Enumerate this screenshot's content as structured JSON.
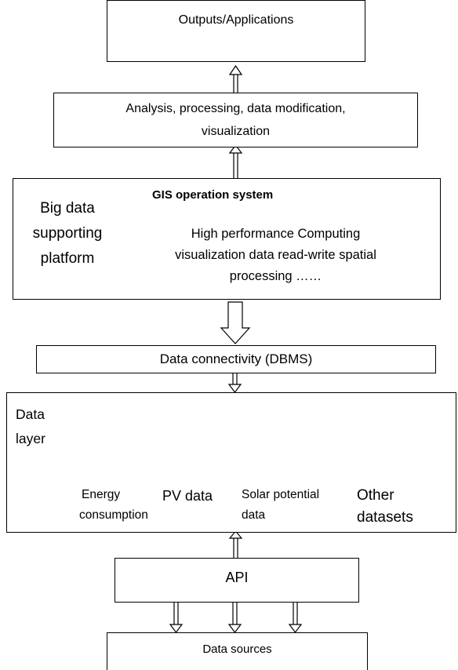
{
  "outputs": {
    "label": "Outputs/Applications"
  },
  "analysis": {
    "line1": "Analysis, processing, data modification,",
    "line2": "visualization"
  },
  "platform": {
    "title": "GIS operation system",
    "side_line1": "Big data",
    "side_line2": "supporting",
    "side_line3": "platform",
    "hpc_line1": "High performance Computing",
    "hpc_line2": "visualization  data read-write  spatial",
    "hpc_line3": "processing  ……"
  },
  "connectivity": {
    "label": "Data connectivity (DBMS)"
  },
  "data_layer": {
    "title_line1": "Data",
    "title_line2": "layer",
    "energy_line1": "Energy",
    "energy_line2": "consumption",
    "pv": "PV data",
    "solar_line1": "Solar potential",
    "solar_line2": "data",
    "other_line1": "Other",
    "other_line2": "datasets"
  },
  "api": {
    "label": "API"
  },
  "sources": {
    "label": "Data sources"
  }
}
